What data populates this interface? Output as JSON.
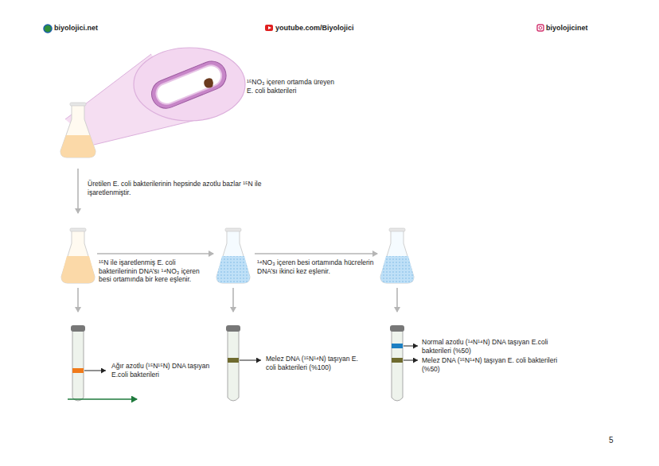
{
  "diagram": {
    "labels": [
      "biyolojici.net",
      "youtube.com/Biyolojici",
      "biyolojicinet",
      "¹⁵NO₃ içeren ortamda üreyen E. coli bakterileri",
      "Üretilen E. coli bakterilerinin hepsinde azotlu bazlar ¹⁵N ile işaretlenmiştir.",
      "¹⁵N ile işaretlenmiş E. coli bakterilerinin DNA’sı ¹⁴NO₃ içeren besi ortamında bir kere eşlenir.",
      "¹⁴NO₃ içeren besi ortamında hücrelerin DNA’sı ikinci kez eşlenir.",
      "Ağır azotlu (¹⁵N¹⁵N) DNA taşıyan E.coli bakterileri",
      "Melez DNA (¹⁵N¹⁴N) taşıyan E. coli bakterileri (%100)",
      "Normal azotlu (¹⁴N¹⁴N) DNA taşıyan E.coli bakterileri (%50)",
      "Melez DNA (¹⁵N¹⁴N) taşıyan E. coli bakterileri (%50)",
      "5"
    ]
  }
}
